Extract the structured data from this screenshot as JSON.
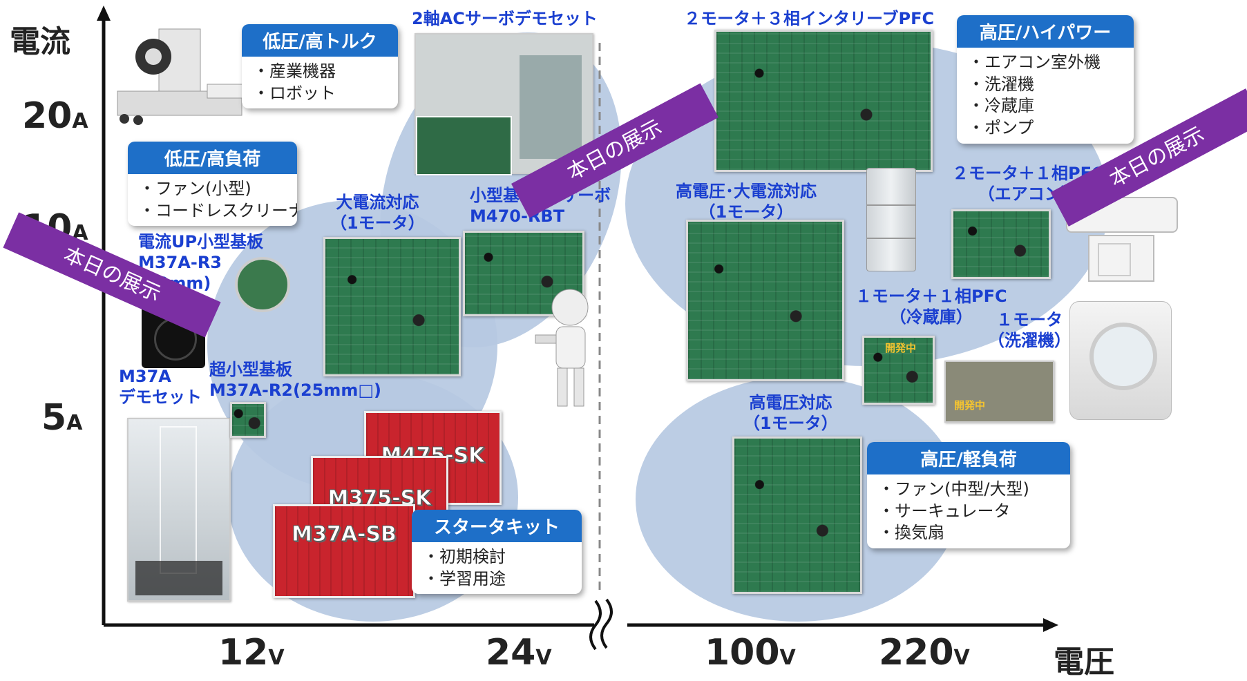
{
  "axes": {
    "y_title": "電流",
    "x_title": "電圧",
    "y_ticks": [
      {
        "num": "20",
        "unit": "A"
      },
      {
        "num": "10",
        "unit": "A"
      },
      {
        "num": "5",
        "unit": "A"
      }
    ],
    "x_ticks": [
      {
        "num": "12",
        "unit": "V"
      },
      {
        "num": "24",
        "unit": "V"
      },
      {
        "num": "100",
        "unit": "V"
      },
      {
        "num": "220",
        "unit": "V"
      }
    ]
  },
  "boxes": {
    "low_high_torque": {
      "title": "低圧/高トルク",
      "items": [
        "・産業機器",
        "・ロボット"
      ]
    },
    "low_high_load": {
      "title": "低圧/高負荷",
      "items": [
        "・ファン(小型)",
        "・コードレスクリーナ"
      ]
    },
    "starter_kit": {
      "title": "スタータキット",
      "items": [
        "・初期検討",
        "・学習用途"
      ]
    },
    "high_high_power": {
      "title": "高圧/ハイパワー",
      "items": [
        "・エアコン室外機",
        "・洗濯機",
        "・冷蔵庫",
        "・ポンプ"
      ]
    },
    "high_light_load": {
      "title": "高圧/軽負荷",
      "items": [
        "・ファン(中型/大型)",
        "・サーキュレータ",
        "・換気扇"
      ]
    }
  },
  "labels": {
    "servo_demo": "2軸ACサーボデモセット",
    "large_current_1": "大電流対応",
    "large_current_2": "（1モータ）",
    "small_ac_servo_1": "小型基板ACサーボ",
    "small_ac_servo_2": "M470-RBT",
    "current_up_1": "電流UP小型基板",
    "current_up_2": "M37A-R3",
    "current_up_3": "(50mm)",
    "m37a_demo_1": "M37A",
    "m37a_demo_2": "デモセット",
    "ultra_small_1": "超小型基板",
    "ultra_small_2": "M37A-R2(25mm□)",
    "pfc_interleave": "２モータ＋３相インタリーブPFC",
    "hv_large_1": "高電圧･大電流対応",
    "hv_large_2": "（1モータ）",
    "aircon_1": "２モータ＋１相PFC",
    "aircon_2": "（エアコン）",
    "fridge_1": "１モータ＋１相PFC",
    "fridge_2": "（冷蔵庫）",
    "washer_1": "１モータ",
    "washer_2": "（洗濯機）",
    "hv_1": "高電圧対応",
    "hv_2": "（1モータ）"
  },
  "boards": {
    "m475": "M475-SK",
    "m375": "M375-SK",
    "m37a_sb": "M37A-SB"
  },
  "badges": {
    "in_dev_1": "開発中",
    "in_dev_2": "開発中"
  },
  "banners": {
    "left": "本日の展示",
    "middle": "本日の展示",
    "right": "本日の展示"
  }
}
